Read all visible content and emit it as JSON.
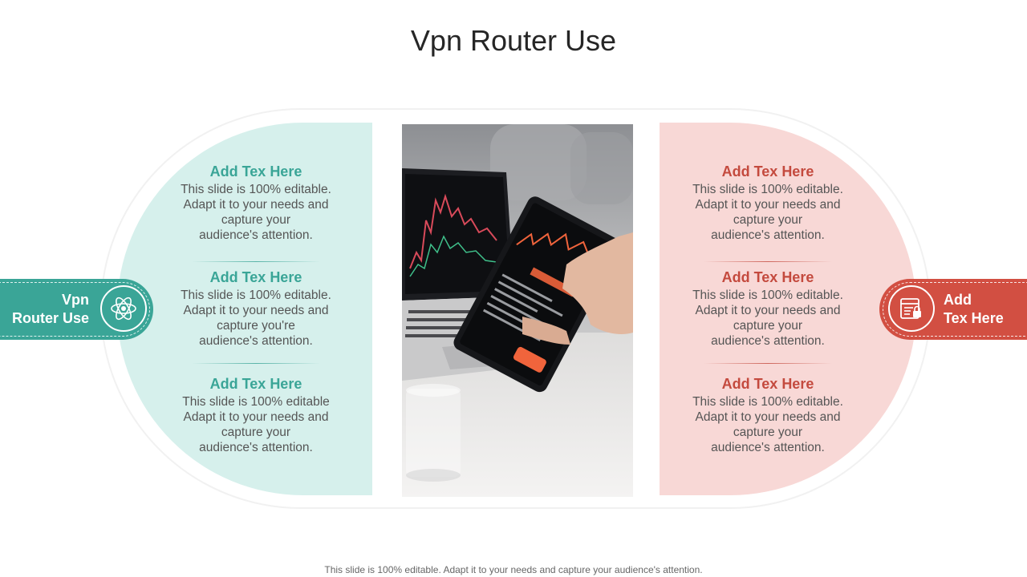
{
  "title": "Vpn Router Use",
  "left_tag": {
    "text_line1": "Vpn",
    "text_line2": "Router Use",
    "icon": "atom-icon",
    "color": "#3aa597"
  },
  "right_tag": {
    "text_line1": "Add",
    "text_line2": "Tex Here",
    "icon": "document-lock-icon",
    "color": "#d24f42"
  },
  "left_items": [
    {
      "title": "Add Tex Here",
      "body": [
        "This slide is 100% editable.",
        "Adapt it to your needs and",
        "capture your",
        "audience's attention."
      ]
    },
    {
      "title": "Add Tex Here",
      "body": [
        "This slide is 100% editable.",
        "Adapt it to your needs and",
        "capture you're",
        "audience's attention."
      ]
    },
    {
      "title": "Add Tex Here",
      "body": [
        "This slide is 100% editable",
        "Adapt it to your needs and",
        "capture your",
        "audience's attention."
      ]
    }
  ],
  "right_items": [
    {
      "title": "Add Tex Here",
      "body": [
        "This slide is 100% editable.",
        "Adapt it to your needs and",
        "capture your",
        "audience's attention."
      ]
    },
    {
      "title": "Add Tex Here",
      "body": [
        "This slide is 100% editable.",
        "Adapt it to your needs and",
        "capture your",
        "audience's attention."
      ]
    },
    {
      "title": "Add Tex Here",
      "body": [
        "This slide is 100% editable.",
        "Adapt it to your needs and",
        "capture your",
        "audience's attention."
      ]
    }
  ],
  "colors": {
    "teal": "#3aa597",
    "teal_light": "#d6f0ec",
    "red": "#d24f42",
    "red_light": "#f8d8d6"
  },
  "footer": "This slide is 100% editable. Adapt it to your needs and capture your audience's attention."
}
